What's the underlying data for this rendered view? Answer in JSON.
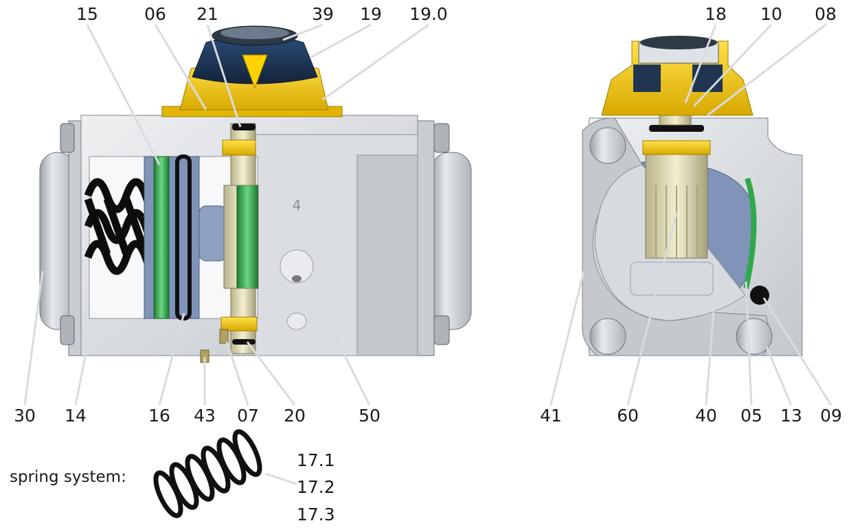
{
  "diagram": {
    "top_left_labels": [
      "15",
      "06",
      "21",
      "39",
      "19",
      "19.0"
    ],
    "top_right_labels": [
      "18",
      "10",
      "08"
    ],
    "bottom_left_labels": [
      "30",
      "14",
      "16",
      "43",
      "07",
      "20",
      "50"
    ],
    "bottom_right_labels": [
      "41",
      "60",
      "40",
      "05",
      "13",
      "09"
    ],
    "body_marking": "4",
    "spring_caption": "spring system:",
    "spring_labels": [
      "17.1",
      "17.2",
      "17.3"
    ]
  },
  "colors": {
    "yellow": "#f4c400",
    "green": "#2fa84a",
    "blue": "#5b7fb8",
    "dark_blue": "#1f3551",
    "metal": "#cfd3d8",
    "black": "#111111"
  }
}
